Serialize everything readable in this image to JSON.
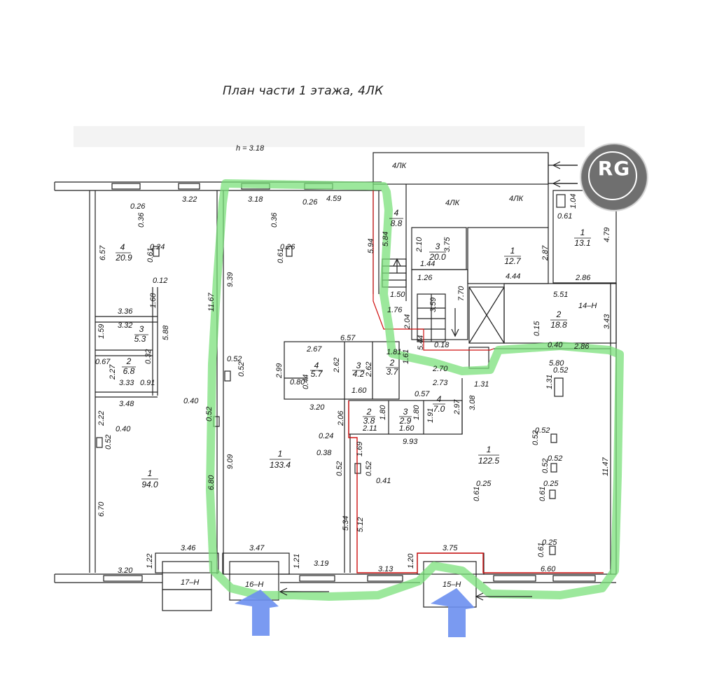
{
  "title": "План части 1 этажа, 4ЛК",
  "height_note": "h = 3.18",
  "logo_text": "RG",
  "colors": {
    "route": "#7be07b",
    "arrow": "#6b8ff0",
    "red_line": "#d01010",
    "wall": "#222222"
  },
  "entrances": [
    "17–Н",
    "16–Н",
    "15–Н"
  ],
  "rooms": [
    {
      "id": "r-4-20-9",
      "num": "4",
      "area": "20.9"
    },
    {
      "id": "r-3-5-3",
      "num": "3",
      "area": "5.3"
    },
    {
      "id": "r-2-6-8",
      "num": "2",
      "area": "6.8"
    },
    {
      "id": "r-1-94-0",
      "num": "1",
      "area": "94.0"
    },
    {
      "id": "r-1-133-4",
      "num": "1",
      "area": "133.4"
    },
    {
      "id": "r-4-5-7",
      "num": "4",
      "area": "5.7"
    },
    {
      "id": "r-3-4-2",
      "num": "3",
      "area": "4.2"
    },
    {
      "id": "r-2-3-7",
      "num": "2",
      "area": "3.7"
    },
    {
      "id": "r-2-3-8",
      "num": "2",
      "area": "3.8"
    },
    {
      "id": "r-3-2-9",
      "num": "3",
      "area": "2.9"
    },
    {
      "id": "r-4-7-0",
      "num": "4",
      "area": "7.0"
    },
    {
      "id": "r-4-8-8",
      "num": "4",
      "area": "8.8"
    },
    {
      "id": "r-3-20-0",
      "num": "3",
      "area": "20.0"
    },
    {
      "id": "r-1-12-7",
      "num": "1",
      "area": "12.7"
    },
    {
      "id": "r-1-13-1",
      "num": "1",
      "area": "13.1"
    },
    {
      "id": "r-2-18-8",
      "num": "2",
      "area": "18.8"
    },
    {
      "id": "r-1-122-5",
      "num": "1",
      "area": "122.5"
    }
  ],
  "labels": {
    "lk_a": "4ЛК",
    "lk_b": "4ЛК",
    "lk_c": "4ЛК",
    "n14": "14–Н",
    "d_322": "3.22",
    "d_026a": "0.26",
    "d_036a": "0.36",
    "d_657": "6.57",
    "d_024": "0.24",
    "d_061a": "0.61",
    "d_012": "0.12",
    "d_168": "1.68",
    "d_336": "3.36",
    "d_332": "3.32",
    "d_159": "1.59",
    "d_588": "5.88",
    "d_067": "0.67",
    "d_227": "2.27",
    "d_032": "0.32",
    "d_333": "3.33",
    "d_091": "0.91",
    "d_348": "3.48",
    "d_222": "2.22",
    "d_040a": "0.40",
    "d_052a": "0.52",
    "d_040b": "0.40",
    "d_052b": "0.52",
    "d_670": "6.70",
    "d_939": "9.39",
    "d_1167": "11.67",
    "d_909": "9.09",
    "d_680": "6.80",
    "d_320a": "3.20",
    "d_122": "1.22",
    "d_346": "3.46",
    "d_347": "3.47",
    "d_121": "1.21",
    "d_319": "3.19",
    "d_318": "3.18",
    "d_036b": "0.36",
    "d_026b": "0.26",
    "d_459": "4.59",
    "d_026c": "0.26",
    "d_061b": "0.61",
    "d_052c": "0.52",
    "d_052d": "0.52",
    "d_299": "2.99",
    "d_267": "2.67",
    "d_657b": "6.57",
    "d_181": "1.81",
    "d_262": "2.62",
    "d_262b": "2.62",
    "d_161": "1.61",
    "d_080": "0.80",
    "d_044": "0.44",
    "d_160a": "1.60",
    "d_320b": "3.20",
    "d_206": "2.06",
    "d_024b": "0.24",
    "d_038": "0.38",
    "d_052e": "0.52",
    "d_534": "5.34",
    "d_594": "5.94",
    "d_584": "5.84",
    "d_150": "1.50",
    "d_176": "1.76",
    "d_204": "2.04",
    "d_544": "5.44",
    "d_210": "2.10",
    "d_144": "1.44",
    "d_126": "1.26",
    "d_359": "3.59",
    "d_375": "3.75",
    "d_770": "7.70",
    "d_018": "0.18",
    "d_270": "2.70",
    "d_273": "2.73",
    "d_131a": "1.31",
    "d_057": "0.57",
    "d_297": "2.97",
    "d_308": "3.08",
    "d_180a": "1.80",
    "d_180b": "1.80",
    "d_191": "1.91",
    "d_211": "2.11",
    "d_160b": "1.60",
    "d_993": "9.93",
    "d_169": "1.69",
    "d_052f": "0.52",
    "d_041": "0.41",
    "d_512": "5.12",
    "d_313": "3.13",
    "d_120": "1.20",
    "d_375b": "3.75",
    "d_660": "6.60",
    "d_104": "1.04",
    "d_061c": "0.61",
    "d_479": "4.79",
    "d_287": "2.87",
    "d_444": "4.44",
    "d_286a": "2.86",
    "d_551": "5.51",
    "d_343": "3.43",
    "d_015": "0.15",
    "d_040c": "0.40",
    "d_286b": "2.86",
    "d_580": "5.80",
    "d_052g": "0.52",
    "d_131b": "1.31",
    "d_052h": "0.52",
    "d_052i": "0.52",
    "d_052j": "0.52",
    "d_052k": "0.52",
    "d_025a": "0.25",
    "d_025b": "0.25",
    "d_061d": "0.61",
    "d_061e": "0.61",
    "d_025c": "0.25",
    "d_061f": "0.61",
    "d_1147": "11.47",
    "d_061g": "0.61",
    "d_025d": "0.25"
  }
}
